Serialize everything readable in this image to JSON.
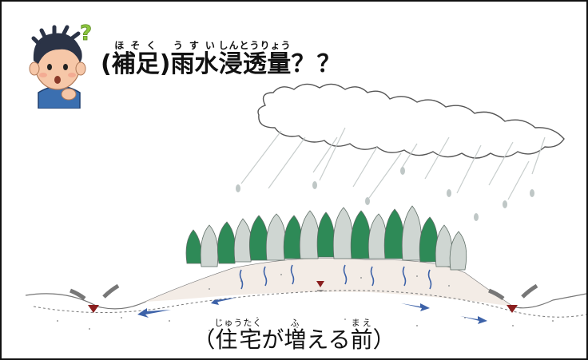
{
  "title": {
    "open_paren": "(",
    "close_paren": ")",
    "word1": {
      "base": "補足",
      "ruby": "ほそく"
    },
    "word2": {
      "base": "雨水",
      "ruby": "うすい"
    },
    "word3": {
      "base": "浸透量",
      "ruby": "しんとうりょう"
    },
    "suffix": "？？"
  },
  "caption": {
    "open_paren": "（",
    "close_paren": "）",
    "word1": {
      "base": "住宅",
      "ruby": "じゅうたく"
    },
    "particle": "が",
    "word2": {
      "base": "増",
      "ruby": "ふ"
    },
    "mid": "える",
    "word3": {
      "base": "前",
      "ruby": "まえ"
    }
  },
  "illustration": {
    "question_mark": "?",
    "colors": {
      "border": "#111111",
      "question_mark": "#8cc63f",
      "hair": "#2b3346",
      "skin": "#f6c7a8",
      "shirt": "#3b6fb0",
      "tree_dark": "#2e8a57",
      "tree_light": "#cfd6d2",
      "rain": "#c7cdcc",
      "arrow_blue": "#3d62a8",
      "marker_red": "#8a1f1f"
    }
  }
}
